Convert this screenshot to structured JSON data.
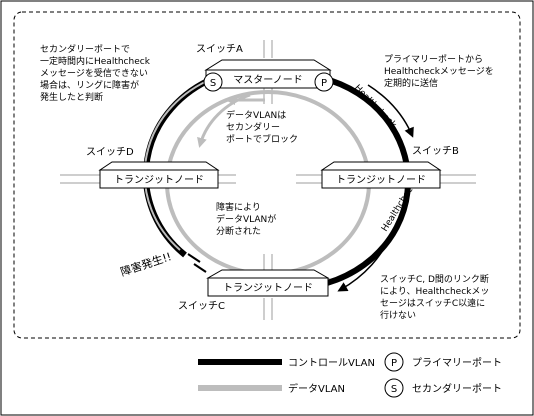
{
  "switches": {
    "a": {
      "name": "スイッチA",
      "role": "マスターノード"
    },
    "b": {
      "name": "スイッチB",
      "role": "トランジットノード"
    },
    "c": {
      "name": "スイッチC",
      "role": "トランジットノード"
    },
    "d": {
      "name": "スイッチD",
      "role": "トランジットノード"
    }
  },
  "ports": {
    "primary_symbol": "P",
    "secondary_symbol": "S"
  },
  "notes": {
    "secondary_port": [
      "セカンダリーポートで",
      "一定時間内にHealthcheck",
      "メッセージを受信できない",
      "場合は、リングに障害が",
      "発生したと判断"
    ],
    "primary_port": [
      "プライマリーポートから",
      "Healthcheckメッセージを",
      "定期的に送信"
    ],
    "data_block": [
      "データVLANは",
      "セカンダリー",
      "ポートでブロック"
    ],
    "data_split": [
      "障害により",
      "データVLANが",
      "分断された"
    ],
    "link_down": [
      "スイッチC, D間のリンク断",
      "により、Healthcheckメッ",
      "セージはスイッチC以遠に",
      "行けない"
    ]
  },
  "healthcheck_label_top": "Healthcheck",
  "healthcheck_label_bottom": "Healthcheck",
  "failure_label": "障害発生!!",
  "legend": {
    "control_vlan": "コントロールVLAN",
    "data_vlan": "データVLAN",
    "primary_port": "プライマリーポート",
    "secondary_port": "セカンダリーポート"
  },
  "colors": {
    "control_vlan": "#000000",
    "data_vlan": "#bdbdbd"
  }
}
